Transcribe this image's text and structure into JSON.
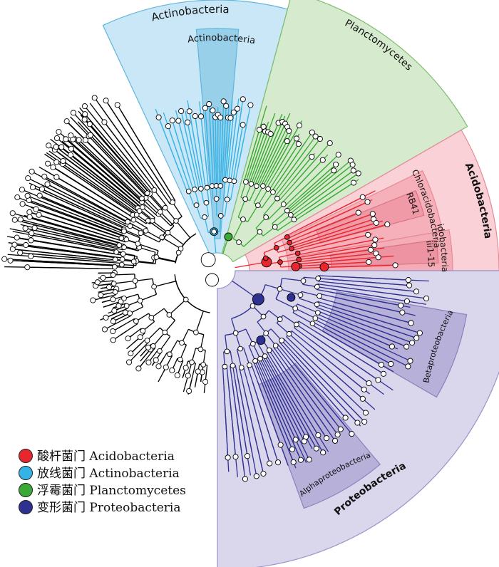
{
  "sectors": [
    {
      "id": "actinobacteria",
      "label": "Actinobacteria",
      "fill": "#bfe3f5",
      "stroke": "#5fb6dc"
    },
    {
      "id": "actinobacteria-class",
      "label": "Actinobacteria",
      "fill": "#8fcbe8",
      "stroke": "#5fb6dc"
    },
    {
      "id": "planctomycetes",
      "label": "Planctomycetes",
      "fill": "#cfe8c6",
      "stroke": "#7dbd6c"
    },
    {
      "id": "acidobacteria",
      "label": "Acidobacteria",
      "fill": "#f8c9d0",
      "stroke": "#e88896"
    },
    {
      "id": "chloracidobacteria",
      "label": "Chloracidobacteria",
      "fill": "#f4aab5",
      "stroke": "#e88896"
    },
    {
      "id": "rb41",
      "label": "RB41",
      "fill": "#ee97a5",
      "stroke": "#d87584"
    },
    {
      "id": "acidobacteria-6",
      "label": "Acidobacteria-6",
      "fill": "#f3a7b2",
      "stroke": "#e88896"
    },
    {
      "id": "iii1-15",
      "label": "iii1-15",
      "fill": "#eb8e9d",
      "stroke": "#d87584"
    },
    {
      "id": "proteobacteria",
      "label": "Proteobacteria",
      "fill": "#d3cfe8",
      "stroke": "#9c94c9"
    },
    {
      "id": "betaproteobacteria",
      "label": "Betaproteobacteria",
      "fill": "#b0a9d6",
      "stroke": "#8a82be"
    },
    {
      "id": "alphaproteobacteria",
      "label": "Alphaproteobacteria",
      "fill": "#b0a9d6",
      "stroke": "#8a82be"
    }
  ],
  "legend": [
    {
      "label": "酸杆菌门 Acidobacteria",
      "color": "#e8262e"
    },
    {
      "label": "放线菌门 Actinobacteria",
      "color": "#35b3e6"
    },
    {
      "label": "浮霉菌门 Planctomycetes",
      "color": "#3aa935"
    },
    {
      "label": "变形菌门 Proteobacteria",
      "color": "#2e3192"
    }
  ],
  "colors": {
    "black": "#000000",
    "acido": "#e8262e",
    "actino": "#35b3e6",
    "plancto": "#3aa935",
    "proteo": "#2e3192"
  }
}
